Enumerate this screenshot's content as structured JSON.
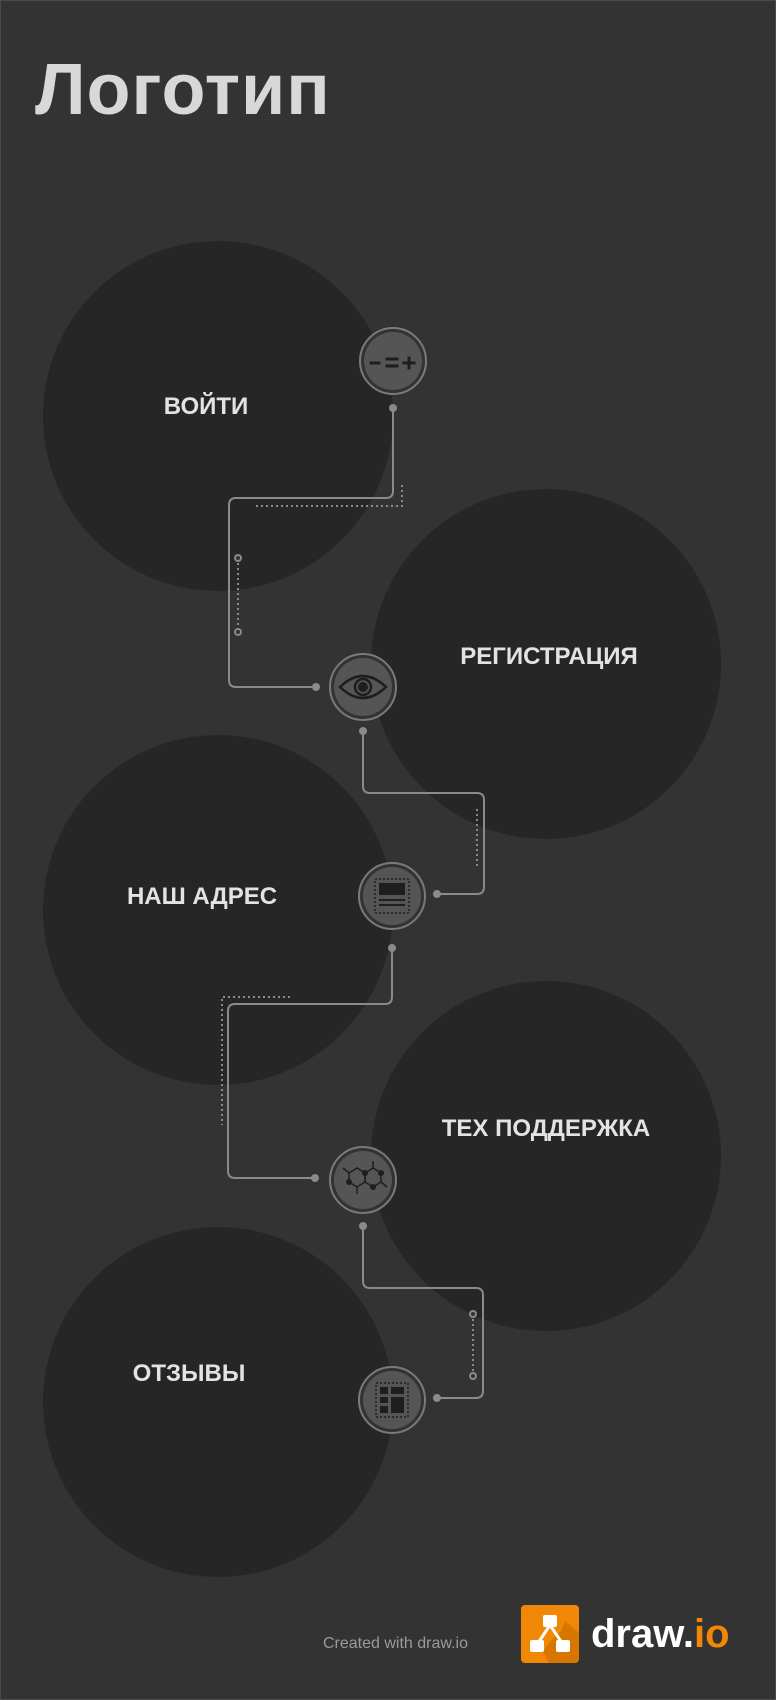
{
  "header": {
    "logo_text": "Логотип"
  },
  "menu": {
    "items": [
      {
        "label": "ВОЙТИ",
        "icon": "equation-icon"
      },
      {
        "label": "РЕГИСТРАЦИЯ",
        "icon": "eye-icon"
      },
      {
        "label": "НАШ АДРЕС",
        "icon": "layout-icon"
      },
      {
        "label": "ТЕХ ПОДДЕРЖКА",
        "icon": "molecule-icon"
      },
      {
        "label": "ОТЗЫВЫ",
        "icon": "grid-layout-icon"
      }
    ]
  },
  "footer": {
    "credit": "Created with draw.io",
    "brand_main": "draw.",
    "brand_accent": "io"
  },
  "colors": {
    "background": "#333333",
    "circle": "#262626",
    "icon_fill": "#555555",
    "connector": "#8a8a8a",
    "brand_orange": "#f08705"
  }
}
